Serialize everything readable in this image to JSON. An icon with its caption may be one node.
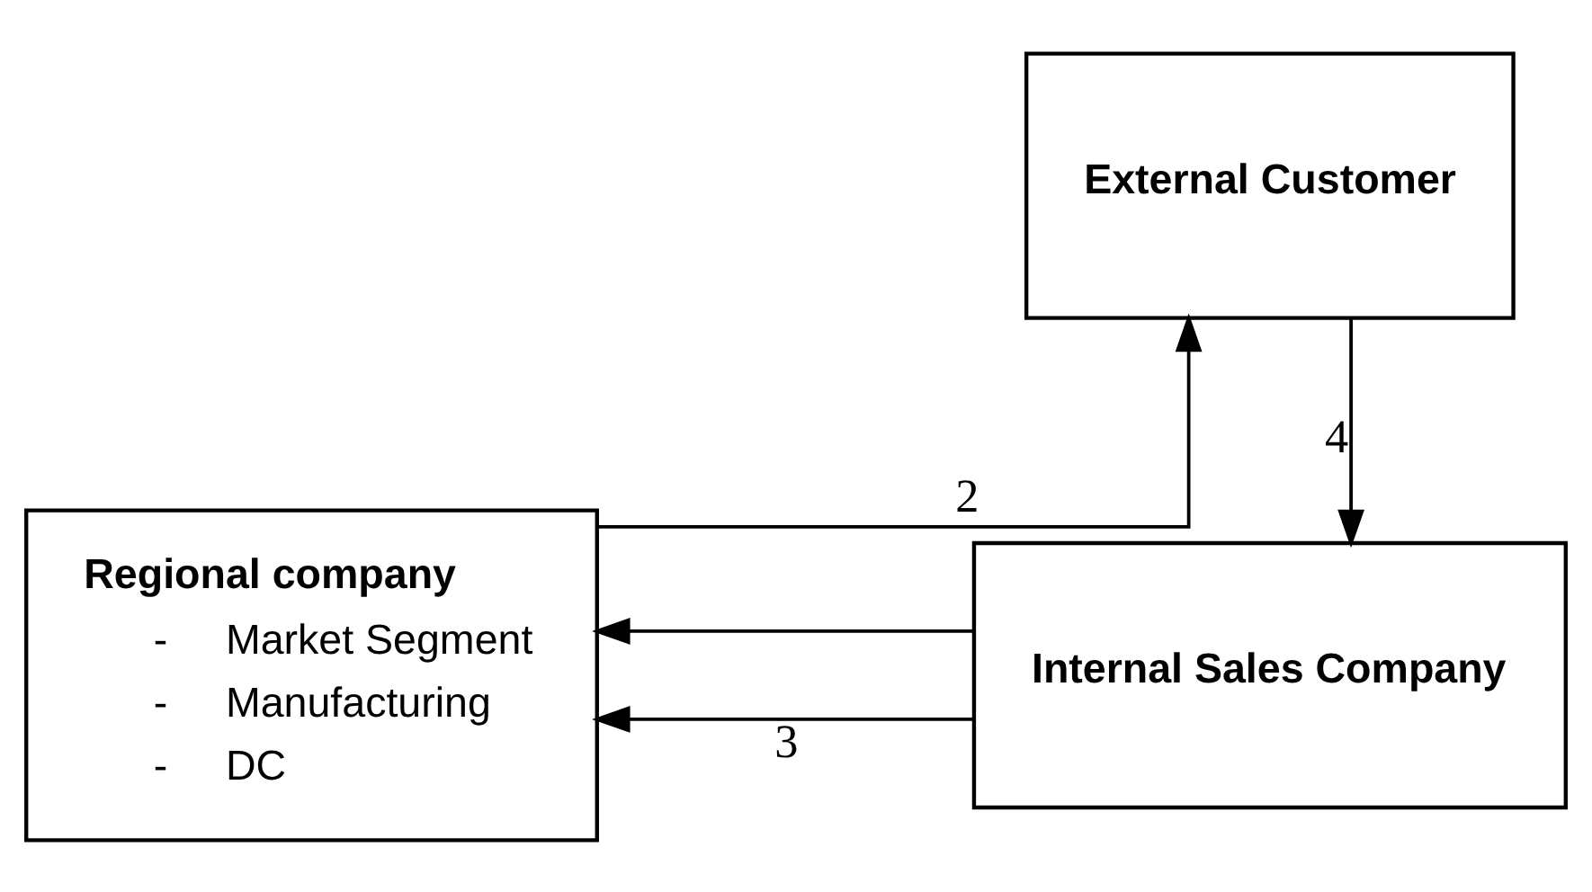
{
  "diagram": {
    "nodes": [
      {
        "text": [
          "Regional company",
          "-     Market Segment",
          "-     Manufacturing",
          "-     DC"
        ]
      },
      {
        "text": [
          "External Customer"
        ]
      },
      {
        "text": [
          "Internal Sales Company"
        ]
      }
    ],
    "edges": [
      {
        "from": 0,
        "to": 1,
        "arrow": "to",
        "label": "2"
      },
      {
        "from": 1,
        "to": 2,
        "arrow": "to",
        "label": "4"
      },
      {
        "from": 2,
        "to": 0,
        "arrow": "to",
        "label": "3"
      },
      {
        "from": 2,
        "to": 0,
        "arrow": "to"
      }
    ]
  }
}
